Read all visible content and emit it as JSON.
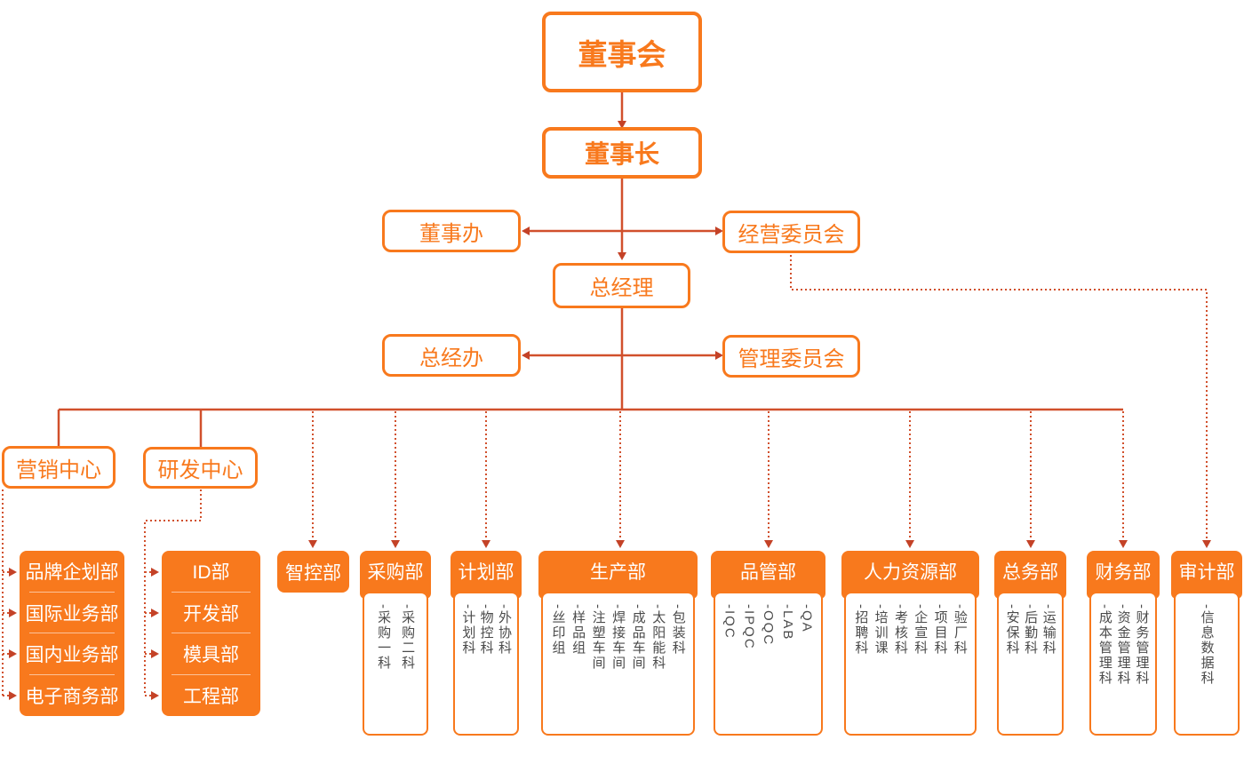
{
  "palette": {
    "box_orange": "#f8791d",
    "connector_line": "#d1502c",
    "arrowhead": "#c44227",
    "section_text": "#4b4b4b"
  },
  "nodes": {
    "board": "董事会",
    "chairman": "董事长",
    "board_office": "董事办",
    "operating_committee": "经营委员会",
    "general_manager": "总经理",
    "gm_office": "总经办",
    "management_committee": "管理委员会",
    "marketing_center": "营销中心",
    "rd_center": "研发中心"
  },
  "marketing_center_children": [
    "品牌企划部",
    "国际业务部",
    "国内业务部",
    "电子商务部"
  ],
  "rd_center_children": [
    "ID部",
    "开发部",
    "模具部",
    "工程部"
  ],
  "departments": [
    {
      "label": "智控部",
      "sections": []
    },
    {
      "label": "采购部",
      "sections": [
        "采购一科",
        "采购二科"
      ]
    },
    {
      "label": "计划部",
      "sections": [
        "计划科",
        "物控科",
        "外协科"
      ]
    },
    {
      "label": "生产部",
      "sections": [
        "丝印组",
        "样品组",
        "注塑车间",
        "焊接车间",
        "成品车间",
        "太阳能科",
        "包装科"
      ]
    },
    {
      "label": "品管部",
      "sections": [
        "IQC",
        "IPQC",
        "OQC",
        "LAB",
        "QA"
      ]
    },
    {
      "label": "人力资源部",
      "sections": [
        "招聘科",
        "培训课",
        "考核科",
        "企宣科",
        "项目科",
        "验厂科"
      ]
    },
    {
      "label": "总务部",
      "sections": [
        "安保科",
        "后勤科",
        "运输科"
      ]
    },
    {
      "label": "财务部",
      "sections": [
        "成本管理科",
        "资金管理科",
        "财务管理科"
      ]
    },
    {
      "label": "审计部",
      "sections": [
        "信息数据科"
      ]
    }
  ],
  "section_prefix": "-"
}
